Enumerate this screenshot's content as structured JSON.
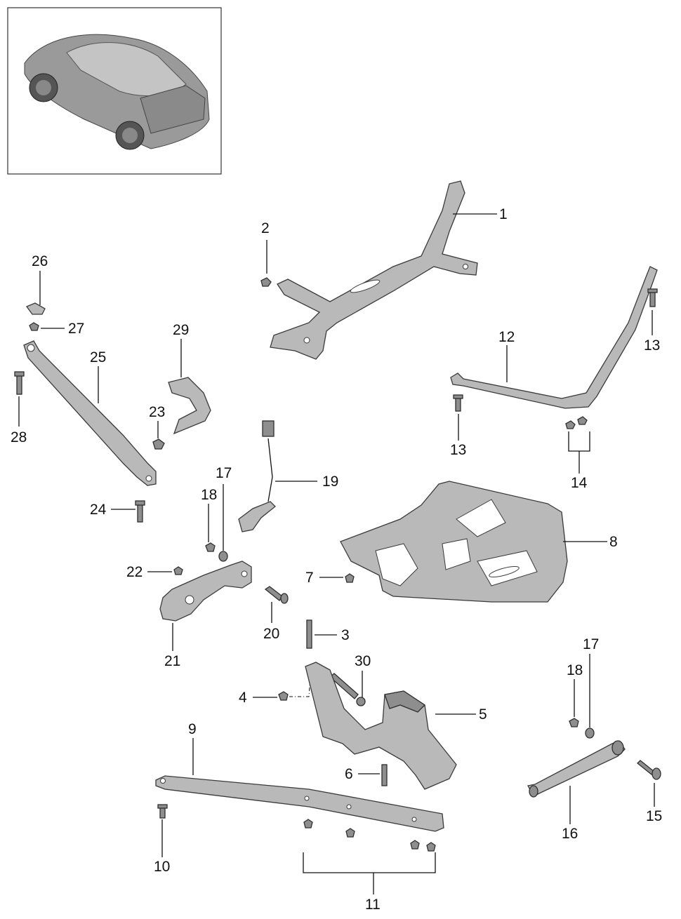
{
  "callouts": {
    "c1": "1",
    "c2": "2",
    "c3": "3",
    "c4": "4",
    "c5": "5",
    "c6": "6",
    "c7": "7",
    "c8": "8",
    "c9": "9",
    "c10": "10",
    "c11": "11",
    "c12": "12",
    "c13a": "13",
    "c13b": "13",
    "c14": "14",
    "c15": "15",
    "c16": "16",
    "c17a": "17",
    "c17b": "17",
    "c18a": "18",
    "c18b": "18",
    "c19": "19",
    "c20": "20",
    "c21": "21",
    "c22": "22",
    "c23": "23",
    "c24": "24",
    "c25": "25",
    "c26": "26",
    "c27": "27",
    "c28": "28",
    "c29": "29",
    "c30": "30"
  }
}
